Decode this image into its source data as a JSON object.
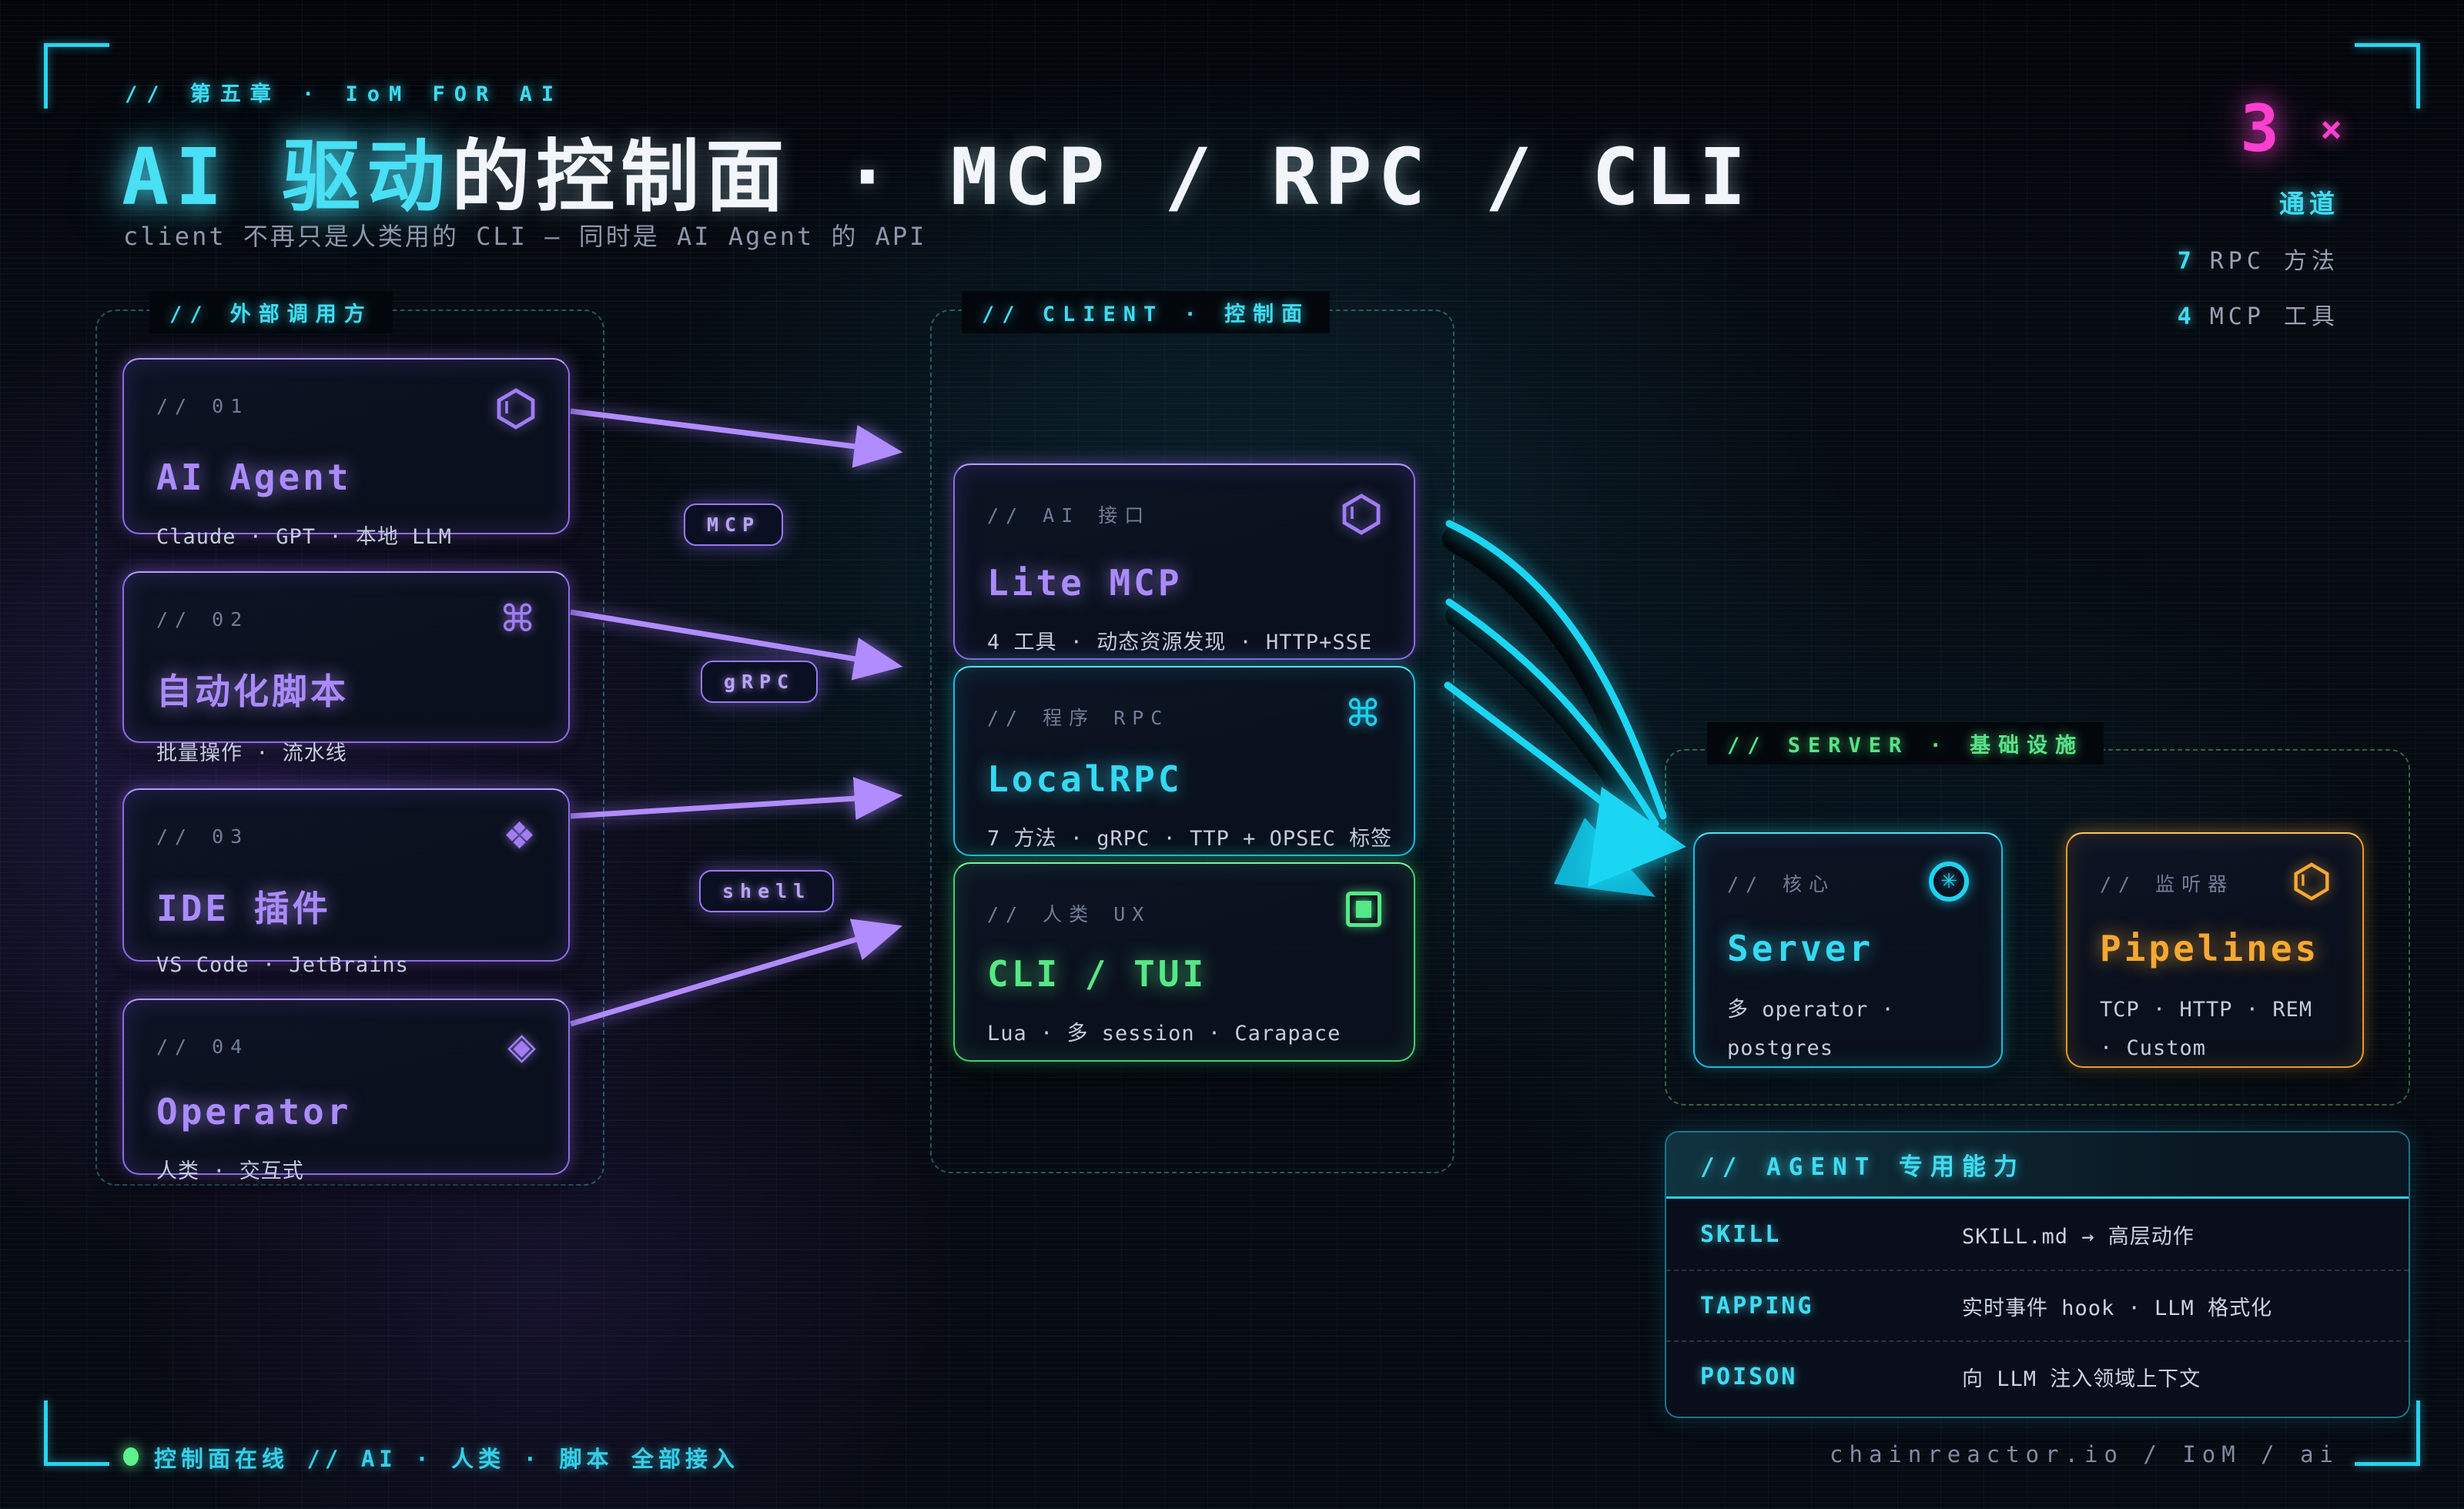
{
  "header": {
    "chapter": "// 第五章 · IoM FOR AI",
    "title_accent": "AI 驱动",
    "title_rest": "的控制面 · MCP / RPC / CLI",
    "subtitle": "client 不再只是人类用的 CLI — 同时是 AI Agent 的 API"
  },
  "stats": {
    "big_number": "3",
    "times_icon": "×",
    "channel_label": "通道",
    "rows": [
      {
        "value": "7",
        "label": "RPC 方法"
      },
      {
        "value": "4",
        "label": "MCP 工具"
      }
    ]
  },
  "groups": {
    "callers": {
      "label": "// 外部调用方",
      "cards": [
        {
          "tag": "// 01",
          "title": "AI Agent",
          "subtitle": "Claude · GPT · 本地 LLM"
        },
        {
          "tag": "// 02",
          "title": "自动化脚本",
          "subtitle": "批量操作 · 流水线"
        },
        {
          "tag": "// 03",
          "title": "IDE 插件",
          "subtitle": "VS Code · JetBrains"
        },
        {
          "tag": "// 04",
          "title": "Operator",
          "subtitle": "人类 · 交互式"
        }
      ]
    },
    "client": {
      "label": "// CLIENT · 控制面",
      "cards": [
        {
          "tag": "// AI 接口",
          "title": "Lite MCP",
          "subtitle": "4 工具 · 动态资源发现 · HTTP+SSE"
        },
        {
          "tag": "// 程序 RPC",
          "title": "LocalRPC",
          "subtitle": "7 方法 · gRPC · TTP + OPSEC 标签"
        },
        {
          "tag": "// 人类 UX",
          "title": "CLI / TUI",
          "subtitle": "Lua · 多 session · Carapace"
        }
      ]
    },
    "server": {
      "label": "// SERVER · 基础设施",
      "cards": [
        {
          "tag": "// 核心",
          "title": "Server",
          "subtitle": "多 operator · postgres"
        },
        {
          "tag": "// 监听器",
          "title": "Pipelines",
          "subtitle": "TCP · HTTP · REM · Custom"
        }
      ]
    }
  },
  "connectors": {
    "badges": [
      {
        "label": "MCP"
      },
      {
        "label": "gRPC"
      },
      {
        "label": "shell"
      }
    ]
  },
  "agent_table": {
    "title": "// AGENT 专用能力",
    "rows": [
      {
        "key": "SKILL",
        "value": "SKILL.md → 高层动作"
      },
      {
        "key": "TAPPING",
        "value": "实时事件 hook · LLM 格式化"
      },
      {
        "key": "POISON",
        "value": "向 LLM 注入领域上下文"
      }
    ]
  },
  "footer": {
    "status": "控制面在线 // AI · 人类 · 脚本 全部接入",
    "brand": "chainreactor.io / IoM / ai"
  },
  "icons": {
    "command": "⌘",
    "four_diamonds": "❖",
    "diamond": "◈",
    "asterisk": "✳"
  },
  "colors": {
    "cyan": "#3fdcf2",
    "purple": "#ab8bfb",
    "green": "#55e886",
    "orange": "#f6a832",
    "magenta": "#ff3fd0"
  }
}
